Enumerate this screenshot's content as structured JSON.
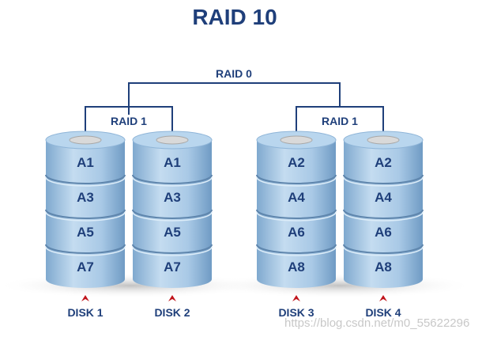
{
  "title": "RAID 10",
  "raid0_label": "RAID 0",
  "groups": [
    {
      "label": "RAID 1",
      "disks": [
        {
          "name": "DISK 1",
          "blocks": [
            "A1",
            "A3",
            "A5",
            "A7"
          ]
        },
        {
          "name": "DISK 2",
          "blocks": [
            "A1",
            "A3",
            "A5",
            "A7"
          ]
        }
      ]
    },
    {
      "label": "RAID 1",
      "disks": [
        {
          "name": "DISK 3",
          "blocks": [
            "A2",
            "A4",
            "A6",
            "A8"
          ]
        },
        {
          "name": "DISK 4",
          "blocks": [
            "A2",
            "A4",
            "A6",
            "A8"
          ]
        }
      ]
    }
  ],
  "watermark": "https://blog.csdn.net/m0_55622296",
  "colors": {
    "text": "#1f3f7a",
    "line": "#1f3f7a",
    "disk": "#a8cbe8",
    "arrow": "#c0141b"
  }
}
